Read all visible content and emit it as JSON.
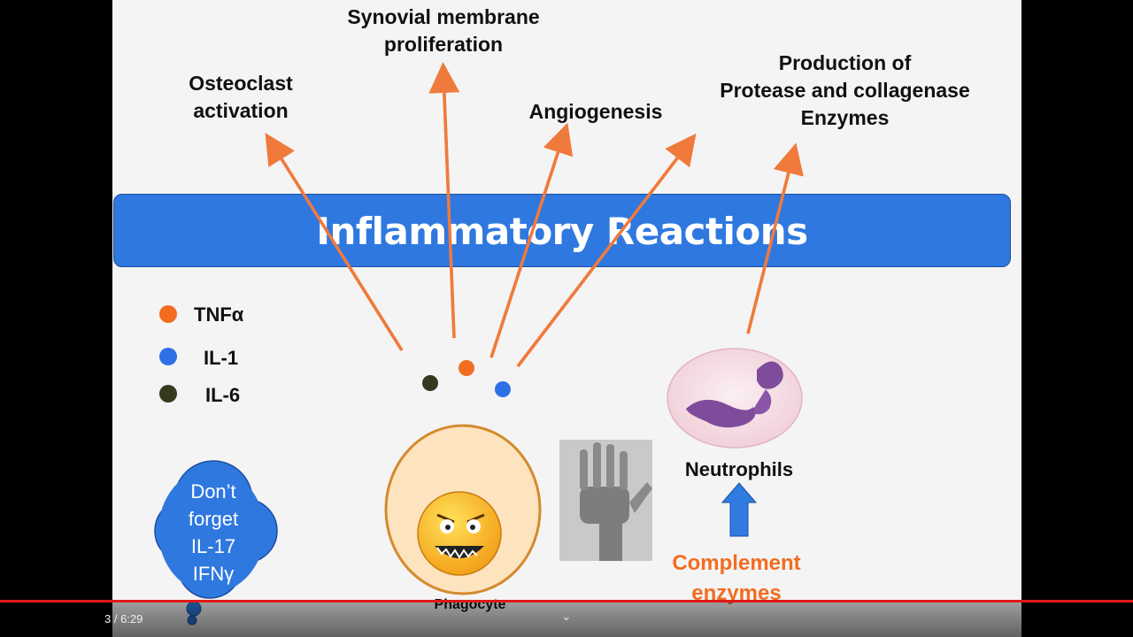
{
  "labels": {
    "osteoclast": "Osteoclast\nactivation",
    "synovial": "Synovial membrane\nproliferation",
    "angiogenesis": "Angiogenesis",
    "production": "Production of\nProtease and collagenase\nEnzymes"
  },
  "banner_title": "Inflammatory Reactions",
  "legend": [
    {
      "label": "TNFα",
      "color": "#f26d21"
    },
    {
      "label": "IL-1",
      "color": "#2f6fe6"
    },
    {
      "label": "IL-6",
      "color": "#36391f"
    }
  ],
  "cloud_note": "Don’t\nforget\nIL-17\nIFNγ",
  "phagocyte_label": "Phagocyte",
  "neutrophils_label": "Neutrophils",
  "complement_label": "Complement\nenzymes",
  "player": {
    "time": "3 / 6:29"
  },
  "colors": {
    "arrow": "#f07a3c",
    "banner": "#2f78e0",
    "complement_text": "#f26d21",
    "up_arrow": "#2f7be0"
  }
}
